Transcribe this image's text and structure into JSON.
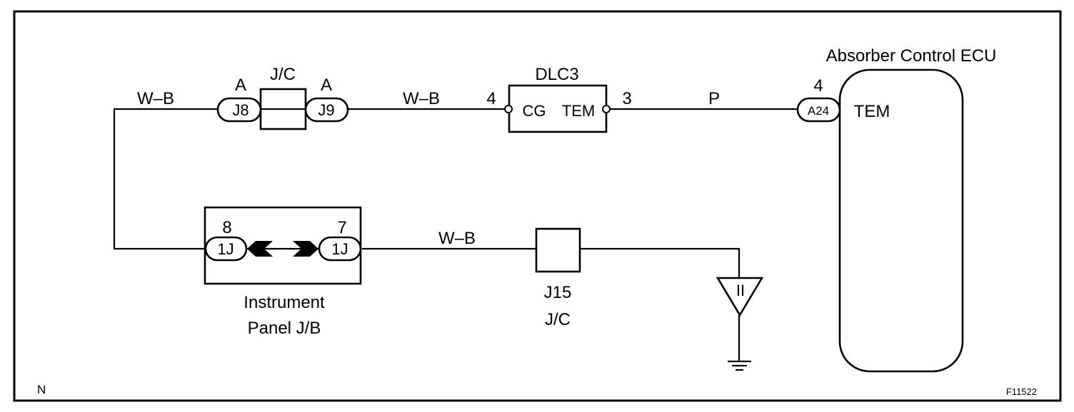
{
  "diagram": {
    "corner_label": "N",
    "figure_id": "F11522",
    "ecu": {
      "title": "Absorber Control ECU",
      "pin_label": "TEM",
      "connector": "A24",
      "pin_number": "4"
    },
    "dlc3": {
      "title": "DLC3",
      "left_pin_label": "CG",
      "right_pin_label": "TEM",
      "left_pin_number": "4",
      "right_pin_number": "3"
    },
    "jc_top": {
      "title": "J/C",
      "left_connector": "J8",
      "right_connector": "J9",
      "left_pin": "A",
      "right_pin": "A"
    },
    "instrument_panel_jb": {
      "label_line1": "Instrument",
      "label_line2": "Panel J/B",
      "left_connector": "1J",
      "right_connector": "1J",
      "left_pin": "8",
      "right_pin": "7"
    },
    "jc_bottom": {
      "label_line1": "J15",
      "label_line2": "J/C"
    },
    "ground_symbol": "II",
    "wires": {
      "w1": "W–B",
      "w2": "W–B",
      "w3": "P",
      "w4": "W–B"
    }
  }
}
